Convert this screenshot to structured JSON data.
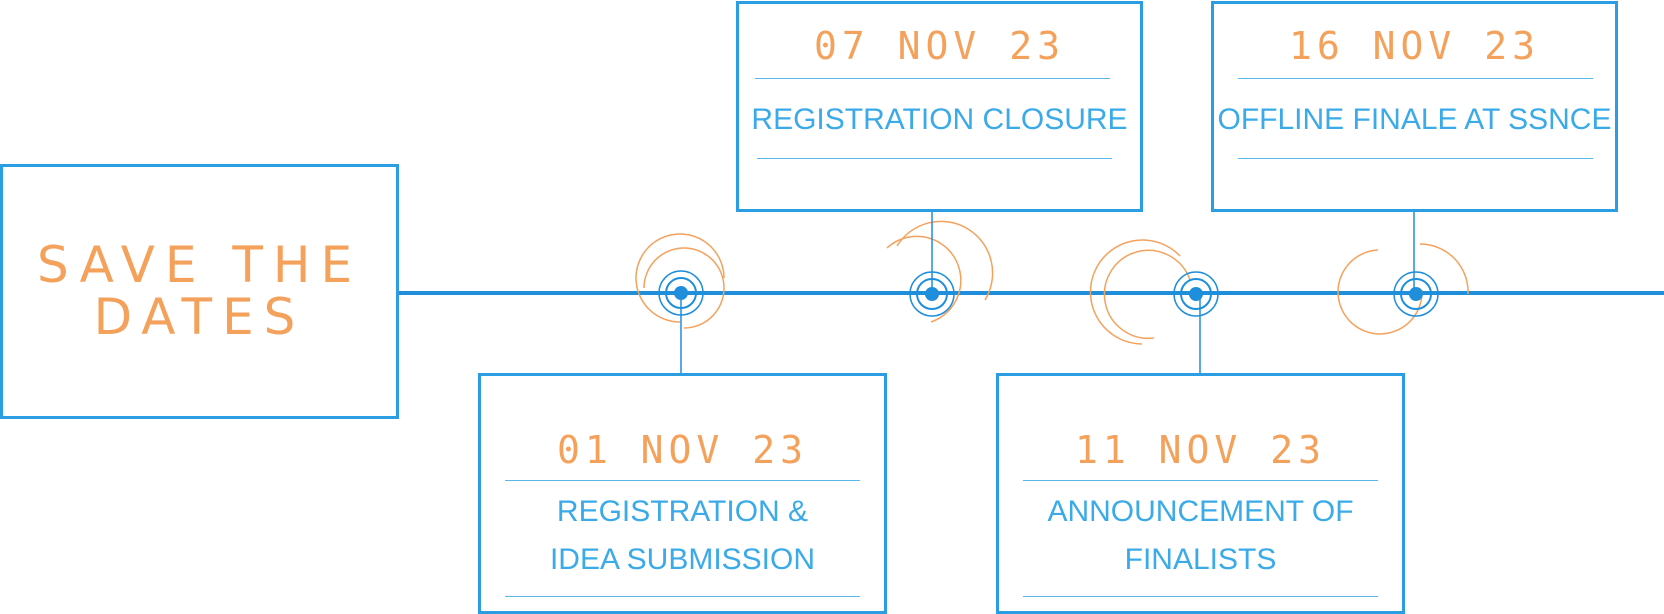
{
  "heading": "SAVE THE\nDATES",
  "events": [
    {
      "date": "01 NOV 23",
      "label": "REGISTRATION &\nIDEA SUBMISSION"
    },
    {
      "date": "07 NOV 23",
      "label": "REGISTRATION CLOSURE"
    },
    {
      "date": "11 NOV 23",
      "label": "ANNOUNCEMENT OF\nFINALISTS"
    },
    {
      "date": "16 NOV 23",
      "label": "OFFLINE FINALE AT SSNCE"
    }
  ],
  "colors": {
    "line": "#1f8fdc",
    "accent": "#f4a15c",
    "text_blue": "#3aaae8"
  }
}
